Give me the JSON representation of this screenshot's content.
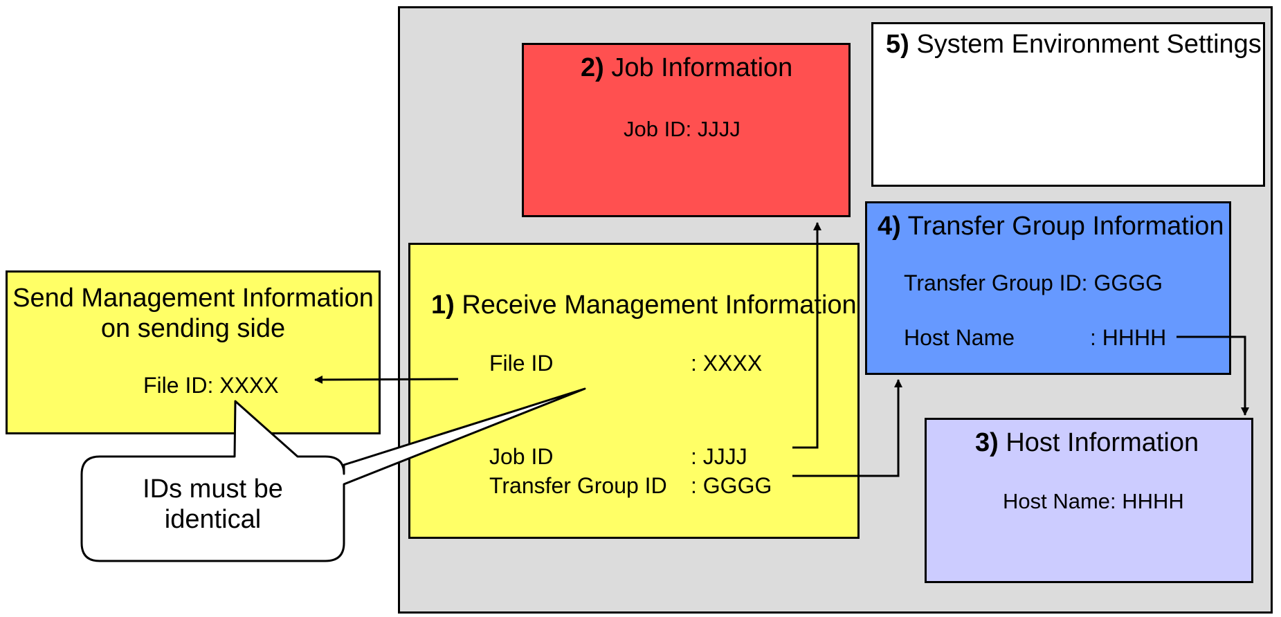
{
  "send": {
    "title_line1": "Send Management Information",
    "title_line2": "on sending side",
    "file_id": "File ID: XXXX"
  },
  "job": {
    "num": "2)",
    "title": "Job Information",
    "job_id": "Job ID: JJJJ"
  },
  "receive": {
    "num": "1)",
    "title": "Receive Management Information",
    "file_id_label": "File ID",
    "file_id_value": ": XXXX",
    "job_id_label": "Job ID",
    "job_id_value": ": JJJJ",
    "tg_id_label": "Transfer Group ID",
    "tg_id_value": ": GGGG"
  },
  "env": {
    "num": "5)",
    "title": "System Environment Settings"
  },
  "transfer_group": {
    "num": "4)",
    "title": "Transfer Group Information",
    "tg_id": "Transfer Group  ID: GGGG",
    "host_label": "Host Name",
    "host_value": ": HHHH"
  },
  "host": {
    "num": "3)",
    "title": "Host Information",
    "host_name": "Host Name:  HHHH"
  },
  "callout": {
    "line1": "IDs must be",
    "line2": "identical"
  }
}
